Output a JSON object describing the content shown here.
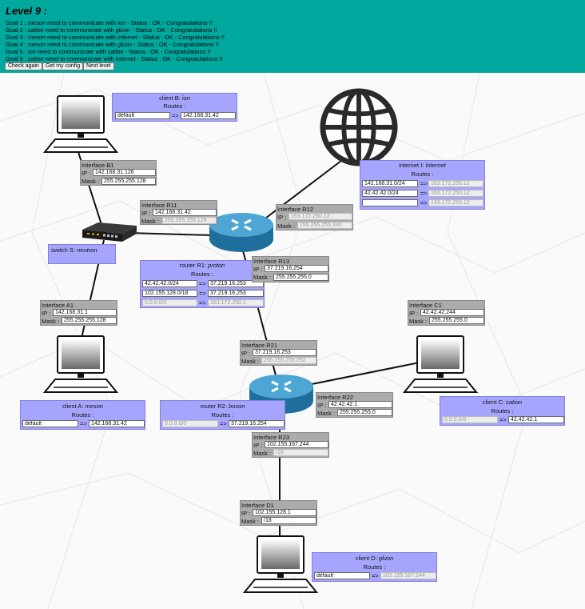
{
  "header": {
    "title": "Level 9 :",
    "goals": [
      {
        "prefix": "Goal 1 : ",
        "from": "meson",
        "mid": " need to communicate with ",
        "to": "ion",
        "status": " - Status : OK - Congratulations !!"
      },
      {
        "prefix": "Goal 2 : ",
        "from": "cation",
        "mid": " need to communicate with ",
        "to": "gluon",
        "status": " - Status : OK - Congratulations !!"
      },
      {
        "prefix": "Goal 3 : ",
        "from": "meson",
        "mid": " need to communicate with ",
        "to": "Internet",
        "status": " - Status : OK - Congratulations !!"
      },
      {
        "prefix": "Goal 4 : ",
        "from": "meson",
        "mid": " need to communicate with ",
        "to": "gluon",
        "status": " - Status : OK - Congratulations !!"
      },
      {
        "prefix": "Goal 5 : ",
        "from": "ion",
        "mid": " need to communicate with ",
        "to": "cation",
        "status": " - Status : OK - Congratulations !!"
      },
      {
        "prefix": "Goal 6 : ",
        "from": "cation",
        "mid": " need to communicate with ",
        "to": "Internet",
        "status": " - Status : OK - Congratulations !!"
      }
    ],
    "buttons": {
      "check": "Check again",
      "config": "Get my config",
      "next": "Next level"
    }
  },
  "common": {
    "routes": "Routes :",
    "ip": "IP :",
    "mask": "Mask :",
    "arrow": "=>"
  },
  "nodes": {
    "clientB": {
      "prefix": "client B: ",
      "name": "ion",
      "routes": [
        [
          "default",
          "142.168.31.42"
        ]
      ]
    },
    "internet": {
      "prefix": "internet I: ",
      "name": "Internet",
      "routes": [
        [
          "142.168.31.0/24",
          "163.172.250.12"
        ],
        [
          "42.42.42.0/24",
          "163.172.250.12"
        ],
        [
          "",
          "163.172.250.12"
        ]
      ]
    },
    "switchS": {
      "prefix": "switch S: ",
      "name": "neutron"
    },
    "routerR1": {
      "prefix": "router R1: ",
      "name": "proton",
      "routes": [
        [
          "42.42.42.0/24",
          "37.219.16.253"
        ],
        [
          "102.155.128.0/18",
          "37.219.16.253"
        ],
        [
          "0.0.0.0/0",
          "163.172.250.1"
        ]
      ]
    },
    "clientA": {
      "prefix": "client A: ",
      "name": "meson",
      "routes": [
        [
          "default",
          "142.168.31.42"
        ]
      ]
    },
    "routerR2": {
      "prefix": "router R2: ",
      "name": "boson",
      "routes": [
        [
          "0.0.0.0/0",
          "37.219.16.254"
        ]
      ]
    },
    "clientC": {
      "prefix": "client C: ",
      "name": "cation",
      "routes": [
        [
          "0.0.0.0/0",
          "42.42.42.1"
        ]
      ]
    },
    "clientD": {
      "prefix": "client D: ",
      "name": "gluon",
      "routes": [
        [
          "default",
          "102.155.167.244"
        ]
      ]
    }
  },
  "interfaces": {
    "B1": {
      "title": "Interface B1",
      "ip": "142.168.31.126",
      "mask": "255.255.255.128"
    },
    "R11": {
      "title": "Interface R11",
      "ip": "142.168.31.42",
      "mask": "255.255.255.128"
    },
    "R12": {
      "title": "Interface R12",
      "ip": "163.172.250.12",
      "mask": "255.255.255.240"
    },
    "R13": {
      "title": "Interface R13",
      "ip": "37.219.16.254",
      "mask": "255.255.255.0"
    },
    "A1": {
      "title": "Interface A1",
      "ip": "142.168.31.1",
      "mask": "255.255.255.128"
    },
    "R21": {
      "title": "Interface R21",
      "ip": "37.219.16.253",
      "mask": "255.255.255.252"
    },
    "C1": {
      "title": "Interface C1",
      "ip": "42.42.42.244",
      "mask": "255.255.255.0"
    },
    "R22": {
      "title": "Interface R22",
      "ip": "42.42.42.1",
      "mask": "255.255.255.0"
    },
    "R23": {
      "title": "Interface R23",
      "ip": "102.155.167.244",
      "mask": "/18"
    },
    "D1": {
      "title": "Interface D1",
      "ip": "102.155.128.1",
      "mask": "/18"
    }
  }
}
